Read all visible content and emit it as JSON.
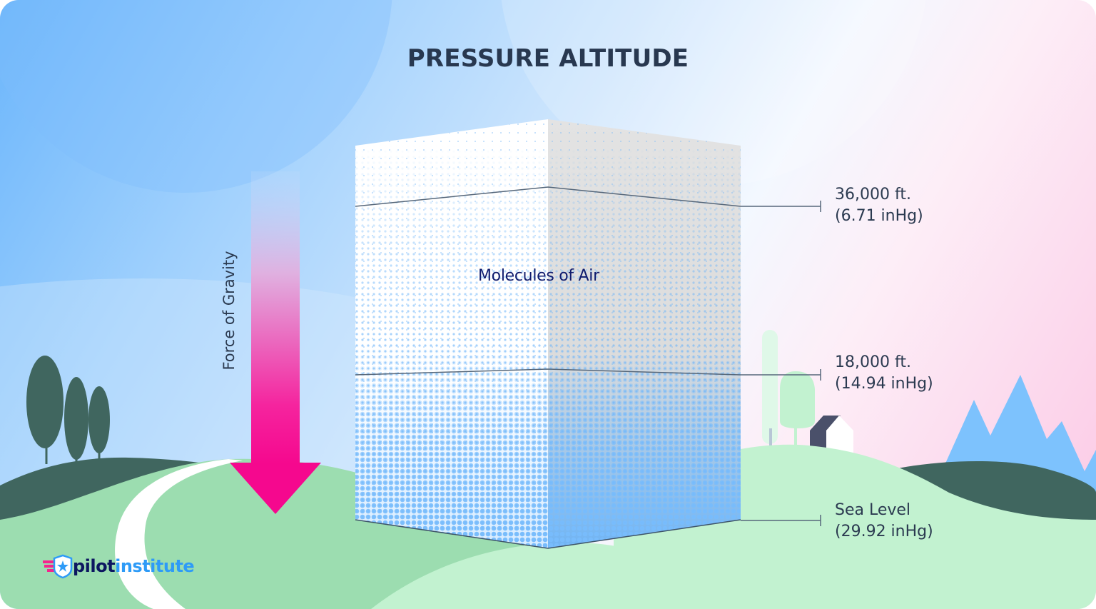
{
  "title": "PRESSURE ALTITUDE",
  "gravity_label": "Force of Gravity",
  "molecules_label": "Molecules of Air",
  "levels": [
    {
      "altitude": "36,000 ft.",
      "pressure": "(6.71 inHg)"
    },
    {
      "altitude": "18,000 ft.",
      "pressure": "(14.94 inHg)"
    },
    {
      "altitude": "Sea Level",
      "pressure": "(29.92 inHg)"
    }
  ],
  "logo": {
    "part1": "pilot",
    "part2": "institute"
  },
  "colors": {
    "title": "#283850",
    "arrow_top": "#c8d8f8",
    "arrow_bottom": "#f5088e",
    "dots": "#6ab4fa",
    "hill_dark": "#40665f",
    "hill_light": "#9cddb0",
    "hill_pale": "#c2f2d0",
    "mountains": "#7dc2fd",
    "logo_dark": "#0c1660",
    "logo_blue": "#2e9bf7"
  }
}
